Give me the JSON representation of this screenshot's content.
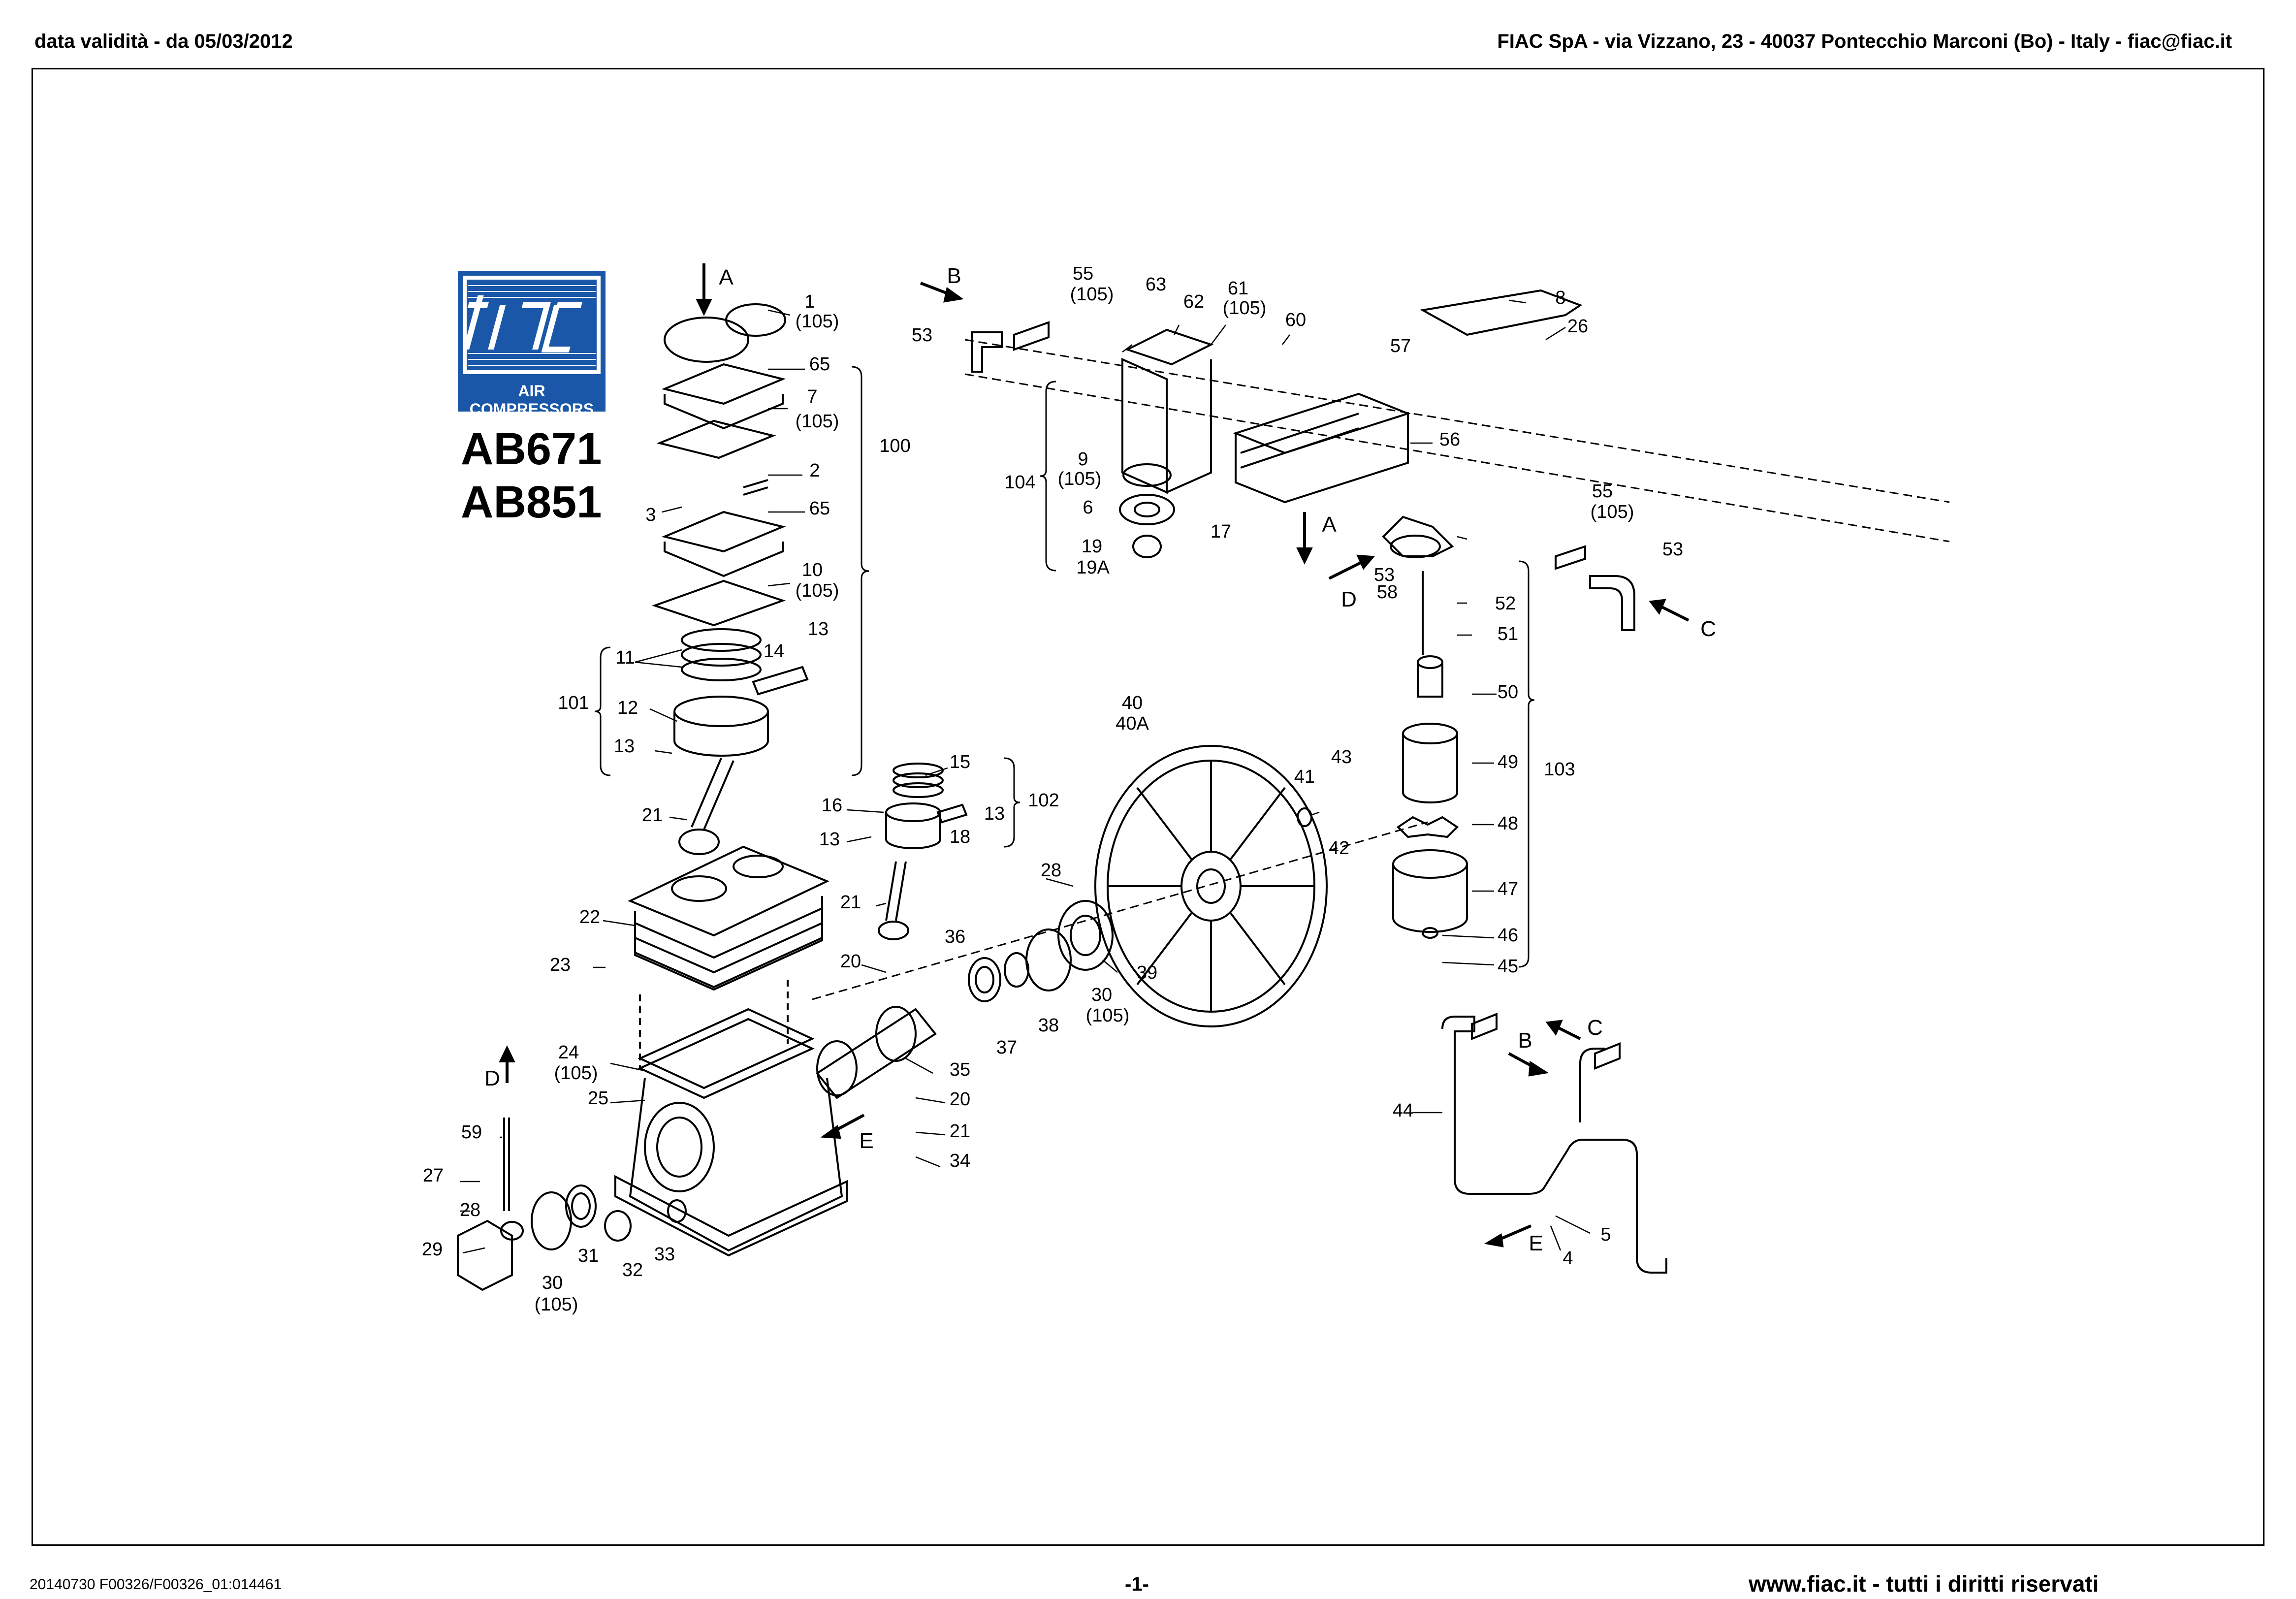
{
  "header": {
    "validity": "data validità - da 05/03/2012",
    "company": "FIAC SpA - via Vizzano, 23 - 40037 Pontecchio Marconi (Bo) - Italy - fiac@fiac.it"
  },
  "footer": {
    "doc_code": "20140730 F00326/F00326_01:014461",
    "page": "-1-",
    "site": "www.fiac.it - tutti i diritti riservati"
  },
  "logo": {
    "brand": "fiac",
    "tagline": "AIR COMPRESSORS",
    "brand_color": "#1a57a8"
  },
  "models": [
    "AB671",
    "AB851"
  ],
  "callouts": [
    "1",
    "(105)",
    "65",
    "7",
    "(105)",
    "2",
    "3",
    "65",
    "100",
    "10",
    "(105)",
    "11",
    "14",
    "13",
    "101",
    "12",
    "13",
    "21",
    "15",
    "16",
    "13",
    "13",
    "18",
    "102",
    "21",
    "36",
    "20",
    "22",
    "23",
    "24",
    "(105)",
    "25",
    "59",
    "27",
    "28",
    "29",
    "30",
    "(105)",
    "31",
    "32",
    "33",
    "35",
    "20",
    "21",
    "34",
    "37",
    "38",
    "30",
    "(105)",
    "39",
    "28",
    "40",
    "40A",
    "41",
    "43",
    "42",
    "55",
    "(105)",
    "63",
    "62",
    "61",
    "(105)",
    "60",
    "53",
    "9",
    "(105)",
    "104",
    "6",
    "17",
    "19",
    "19A",
    "57",
    "56",
    "8",
    "26",
    "55",
    "(105)",
    "53",
    "53",
    "58",
    "52",
    "51",
    "50",
    "49",
    "103",
    "48",
    "47",
    "46",
    "45",
    "44",
    "5",
    "4"
  ],
  "arrow_letters": [
    "A",
    "B",
    "A",
    "D",
    "C",
    "D",
    "E",
    "B",
    "C",
    "E"
  ]
}
